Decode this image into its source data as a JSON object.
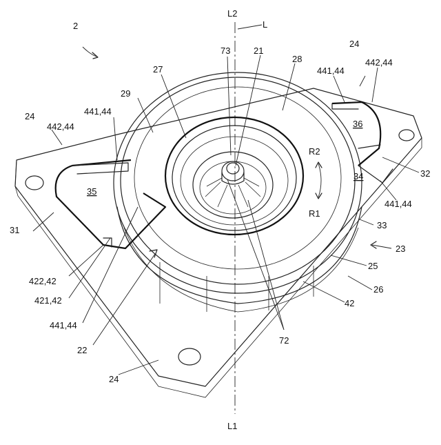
{
  "labels": {
    "assembly": "2",
    "axis_top": "L2",
    "axis_L": "L",
    "axis_bottom": "L1",
    "r2": "R2",
    "r1": "R1",
    "n21": "21",
    "n22": "22",
    "n23": "23",
    "n24": "24",
    "n25": "25",
    "n26": "26",
    "n27": "27",
    "n28": "28",
    "n29": "29",
    "n31": "31",
    "n32": "32",
    "n33": "33",
    "n34": "34",
    "n35": "35",
    "n36": "36",
    "n42": "42",
    "n72": "72",
    "n73": "73",
    "n441_44": "441,44",
    "n442_44": "442,44",
    "n421_42": "421,42",
    "n422_42": "422,42"
  }
}
